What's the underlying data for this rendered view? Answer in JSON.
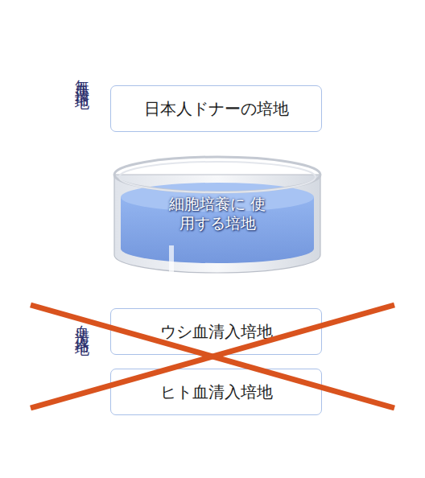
{
  "diagram": {
    "nodes": [
      {
        "text": [
          "日本人ドナーの培地"
        ]
      },
      {
        "text": [
          "細胞培養に 使用する培地"
        ]
      },
      {
        "text": [
          "ウシ血清入培地"
        ]
      },
      {
        "text": [
          "ヒト血清入培地"
        ]
      }
    ],
    "labels": [
      "無血清培地",
      "血清入培地"
    ]
  }
}
